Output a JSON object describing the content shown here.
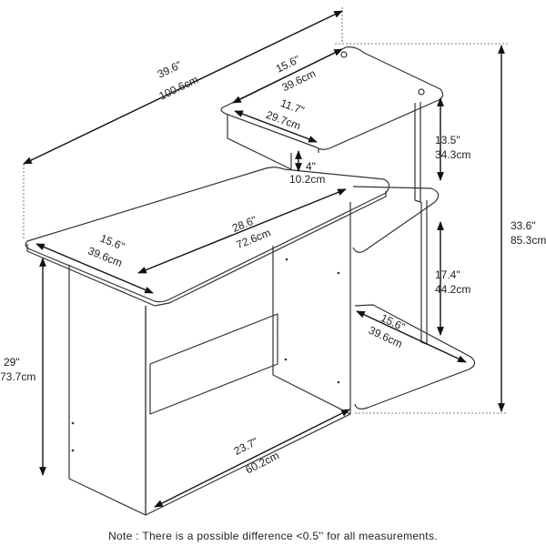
{
  "dimensions": {
    "total_width": {
      "imperial": "39.6\"",
      "metric": "100.6cm"
    },
    "shelf_top_width": {
      "imperial": "15.6\"",
      "metric": "39.6cm"
    },
    "shelf_drawer_depth": {
      "imperial": "11.7\"",
      "metric": "29.7cm"
    },
    "shelf_drawer_height": {
      "imperial": "4\"",
      "metric": "10.2cm"
    },
    "shelf_gap_upper": {
      "imperial": "13.5\"",
      "metric": "34.3cm"
    },
    "total_height": {
      "imperial": "33.6\"",
      "metric": "85.3cm"
    },
    "desk_top_width": {
      "imperial": "28.6\"",
      "metric": "72.6cm"
    },
    "desk_top_depth": {
      "imperial": "15.6\"",
      "metric": "39.6cm"
    },
    "shelf_gap_lower": {
      "imperial": "17.4\"",
      "metric": "44.2cm"
    },
    "bottom_shelf_depth": {
      "imperial": "15.6\"",
      "metric": "39.6cm"
    },
    "desk_height": {
      "imperial": "29\"",
      "metric": "73.7cm"
    },
    "base_width": {
      "imperial": "23.7\"",
      "metric": "60.2cm"
    }
  },
  "note": "Note : There is a possible difference <0.5'' for all measurements."
}
